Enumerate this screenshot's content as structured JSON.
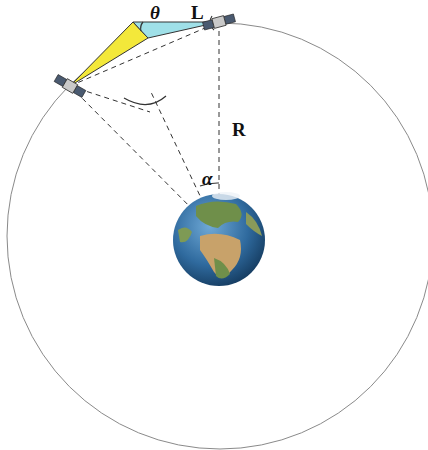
{
  "diagram": {
    "labels": [
      "θ",
      "L",
      "R",
      "α"
    ]
  }
}
